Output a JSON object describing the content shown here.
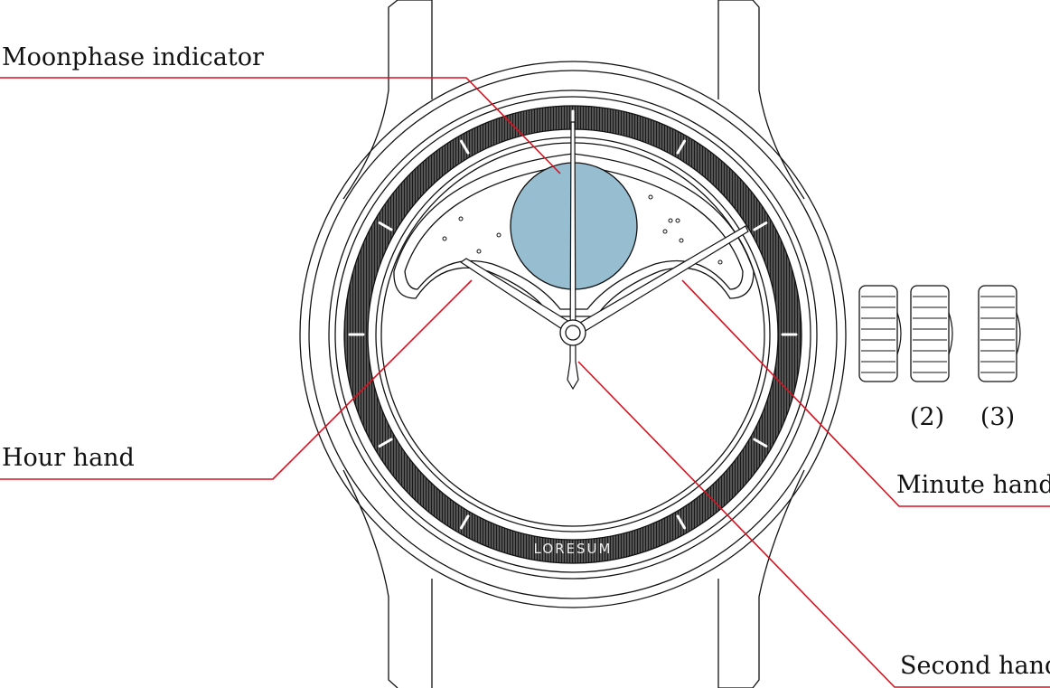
{
  "title": "Watch diagram",
  "labels": {
    "moonphase": "Moonphase indicator",
    "hour_hand": "Hour hand",
    "minute_hand": "Minute hand",
    "second_hand": "Second hand"
  },
  "crown_positions": [
    "(2)",
    "(3)"
  ],
  "brand": "LORESUM",
  "colors": {
    "callout": "#d8101e",
    "moon": "#97bdd1",
    "bezel": "#3a3a3a"
  }
}
